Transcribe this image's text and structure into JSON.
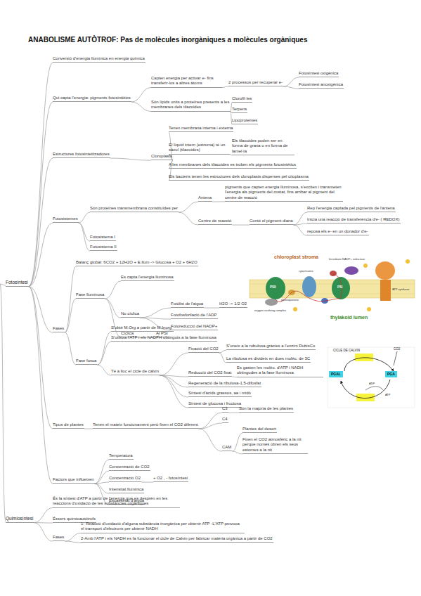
{
  "diagram": {
    "title": "ANABOLISME AUTÒTROF: Pas de molècules inorgàniques a molècules orgàniques",
    "nodes": [
      {
        "text": [
          "Fotosíntesi"
        ]
      },
      {
        "text": [
          "Conversió d'energia lluminica en energia química"
        ]
      },
      {
        "text": [
          "Qui capta l'energia: pigments fotosintètics"
        ]
      },
      {
        "text": [
          "Capten energia per activar e- fins transferir-los a altres àtoms"
        ]
      },
      {
        "text": [
          "2 processos per recuperar e-"
        ]
      },
      {
        "text": [
          "Fotosíntesi oxigènica"
        ]
      },
      {
        "text": [
          "Fotosíntesi anoxigènica"
        ]
      },
      {
        "text": [
          "Són lípids units a proteïnes presents a les membranes dels tilacoides"
        ]
      },
      {
        "text": [
          "Clorofil·les"
        ]
      },
      {
        "text": [
          "Terpens"
        ]
      },
      {
        "text": [
          "Lipoproteïnes"
        ]
      },
      {
        "text": [
          "Estructures fotosintetitzadores"
        ]
      },
      {
        "text": [
          "Cloroplasts"
        ]
      },
      {
        "text": [
          "Tenen membrana interna i externa"
        ]
      },
      {
        "text": [
          "El líquid intern (estroma) té un sàcul (tilacoides)"
        ]
      },
      {
        "text": [
          "Els tilacoides poden ser en forma de grana o en forma de lamel·la"
        ]
      },
      {
        "text": [
          "A les membranes dels tilacoides es troben els pigments fotosintètics"
        ]
      },
      {
        "text": [
          "Els bacteris tenen les estructures dels cloroplasts disperses pel citoplasma"
        ]
      },
      {
        "text": [
          "Fotosistemes"
        ]
      },
      {
        "text": [
          "Són proteïnes transmembrana constituïdes per"
        ]
      },
      {
        "text": [
          "Antena"
        ]
      },
      {
        "text": [
          "pigments que capten energia lluminosa, s'exciten i transmeten l'energia als pigments del costat, fins arribar al pigment del centre de reacció"
        ]
      },
      {
        "text": [
          "Centre de reacció"
        ]
      },
      {
        "text": [
          "Conté el pigment diana"
        ]
      },
      {
        "text": [
          "Rep l'energia captada pel pigments de l'antena"
        ]
      },
      {
        "text": [
          "Inicia una reacció de transferència d'e- ( REDOX)"
        ]
      },
      {
        "text": [
          "reposa els e- en un donador d'e-"
        ]
      },
      {
        "text": [
          "Fotosistema I"
        ]
      },
      {
        "text": [
          "Fotosistema II"
        ]
      },
      {
        "text": [
          "Fases"
        ]
      },
      {
        "text": [
          "Balanç global: 6CO2 + 12H2O + E.llum -> Glucosa + O2 + 6H2O"
        ]
      },
      {
        "text": [
          "Fase lluminosa"
        ]
      },
      {
        "text": [
          "Es capta l'energia lluminosa"
        ]
      },
      {
        "text": [
          "No cíclica"
        ]
      },
      {
        "text": [
          "Fotòlisi de l'aigua"
        ]
      },
      {
        "text": [
          "H2O -> 1/2 O2"
        ]
      },
      {
        "text": [
          "Fotofosforilació de l'ADP"
        ]
      },
      {
        "text": [
          "Fotoreducció del NADP+"
        ]
      },
      {
        "text": [
          "Cíclica"
        ]
      },
      {
        "text": [
          "Al PSI"
        ]
      },
      {
        "text": [
          "Fase fosca"
        ]
      },
      {
        "text": [
          "S'obté M.Org a partir de M.Inorg."
        ]
      },
      {
        "text": [
          "S'utilitza l'ATP i els NADPH obtinguts a la fase lluminosa"
        ]
      },
      {
        "text": [
          "Té a lloc el cicle de calvin"
        ]
      },
      {
        "text": [
          "Fixació del CO2"
        ]
      },
      {
        "text": [
          "S'uneix a la rubulosa gràcies a l'enzim RubisCo"
        ]
      },
      {
        "text": [
          "La ribulosa es divideix en dues molèc. de 3C"
        ]
      },
      {
        "text": [
          "Reducció del CO2 fixat"
        ]
      },
      {
        "text": [
          "Es gasten les molèc. d'ATP i NADH obtingudes a la fase lluminosa"
        ]
      },
      {
        "text": [
          "Regeneració de la ribulosa-1,5-difosfat"
        ]
      },
      {
        "text": [
          "Síntesi d'àcids grassos, aa i midó"
        ]
      },
      {
        "text": [
          "Síntesi de glucosa i fructosa"
        ]
      },
      {
        "text": [
          "Tipus de plantes"
        ]
      },
      {
        "text": [
          "Tenen el mateix funcionament però fixen el CO2 diferent"
        ]
      },
      {
        "text": [
          "C3"
        ]
      },
      {
        "text": [
          "Són la majoria de les plantes"
        ]
      },
      {
        "text": [
          "C4"
        ]
      },
      {
        "text": [
          "CAM"
        ]
      },
      {
        "text": [
          "Plantes del desert"
        ]
      },
      {
        "text": [
          "Fixen el CO2 atmosfèric a la nit perque només obren els seus estomes a la nit"
        ]
      },
      {
        "text": [
          "Factors que influeixen"
        ]
      },
      {
        "text": [
          "Temperatura"
        ]
      },
      {
        "text": [
          "Concentració de CO2"
        ]
      },
      {
        "text": [
          "Concentració O2"
        ]
      },
      {
        "text": [
          "+ O2 , - fotosíntesi"
        ]
      },
      {
        "text": [
          "Intensitat lluminica"
        ]
      },
      {
        "text": [
          "Escassetat d'aigua"
        ]
      },
      {
        "text": [
          "Quimiosíntesi"
        ]
      },
      {
        "text": [
          "És la síntesi d'ATP a partir de l'energia que es desprèn en les reaccions d'oxidació de les substàncies orgàniques"
        ]
      },
      {
        "text": [
          "Éssers quimioautòtrofs"
        ]
      },
      {
        "text": [
          "Fases"
        ]
      },
      {
        "text": [
          "1- Reacció d'oxidació d'alguna substància inorgànica per obtenir ATP -L'ATP provoca el transport d'electrons per obtenir NADH"
        ]
      },
      {
        "text": [
          "2-Amb l'ATP i els NADH es fa funcionar el cicle de Calvin per fabricar matèria orgànica a partir de CO2"
        ]
      }
    ],
    "edges": [
      {
        "from": 0,
        "to": 1,
        "arrow": "none"
      },
      {
        "from": 0,
        "to": 2,
        "arrow": "none"
      },
      {
        "from": 0,
        "to": 11,
        "arrow": "none"
      },
      {
        "from": 0,
        "to": 18,
        "arrow": "none"
      },
      {
        "from": 0,
        "to": 29,
        "arrow": "none"
      },
      {
        "from": 0,
        "to": 52,
        "arrow": "none"
      },
      {
        "from": 0,
        "to": 60,
        "arrow": "none"
      },
      {
        "from": 2,
        "to": 3,
        "arrow": "none"
      },
      {
        "from": 2,
        "to": 7,
        "arrow": "none"
      },
      {
        "from": 3,
        "to": 4,
        "arrow": "none"
      },
      {
        "from": 4,
        "to": 5,
        "arrow": "none"
      },
      {
        "from": 4,
        "to": 6,
        "arrow": "none"
      },
      {
        "from": 7,
        "to": 8,
        "arrow": "none"
      },
      {
        "from": 7,
        "to": 9,
        "arrow": "none"
      },
      {
        "from": 7,
        "to": 10,
        "arrow": "none"
      },
      {
        "from": 11,
        "to": 12,
        "arrow": "none"
      },
      {
        "from": 12,
        "to": 13,
        "arrow": "none"
      },
      {
        "from": 12,
        "to": 14,
        "arrow": "none"
      },
      {
        "from": 12,
        "to": 16,
        "arrow": "none"
      },
      {
        "from": 12,
        "to": 17,
        "arrow": "none"
      },
      {
        "from": 14,
        "to": 15,
        "arrow": "none"
      },
      {
        "from": 18,
        "to": 19,
        "arrow": "none"
      },
      {
        "from": 18,
        "to": 27,
        "arrow": "none"
      },
      {
        "from": 18,
        "to": 28,
        "arrow": "none"
      },
      {
        "from": 19,
        "to": 20,
        "arrow": "none"
      },
      {
        "from": 19,
        "to": 22,
        "arrow": "none"
      },
      {
        "from": 20,
        "to": 21,
        "arrow": "none"
      },
      {
        "from": 22,
        "to": 23,
        "arrow": "none"
      },
      {
        "from": 23,
        "to": 24,
        "arrow": "none"
      },
      {
        "from": 23,
        "to": 25,
        "arrow": "none"
      },
      {
        "from": 23,
        "to": 26,
        "arrow": "none"
      },
      {
        "from": 29,
        "to": 30,
        "arrow": "none"
      },
      {
        "from": 29,
        "to": 31,
        "arrow": "none"
      },
      {
        "from": 29,
        "to": 40,
        "arrow": "none"
      },
      {
        "from": 31,
        "to": 32,
        "arrow": "none"
      },
      {
        "from": 31,
        "to": 33,
        "arrow": "none"
      },
      {
        "from": 31,
        "to": 38,
        "arrow": "none"
      },
      {
        "from": 33,
        "to": 34,
        "arrow": "none"
      },
      {
        "from": 33,
        "to": 36,
        "arrow": "none"
      },
      {
        "from": 33,
        "to": 37,
        "arrow": "none"
      },
      {
        "from": 34,
        "to": 35,
        "arrow": "none"
      },
      {
        "from": 38,
        "to": 39,
        "arrow": "none"
      },
      {
        "from": 40,
        "to": 41,
        "arrow": "none"
      },
      {
        "from": 40,
        "to": 42,
        "arrow": "none"
      },
      {
        "from": 40,
        "to": 43,
        "arrow": "none"
      },
      {
        "from": 43,
        "to": 44,
        "arrow": "none"
      },
      {
        "from": 43,
        "to": 47,
        "arrow": "none"
      },
      {
        "from": 43,
        "to": 49,
        "arrow": "none"
      },
      {
        "from": 43,
        "to": 50,
        "arrow": "none"
      },
      {
        "from": 43,
        "to": 51,
        "arrow": "none"
      },
      {
        "from": 44,
        "to": 45,
        "arrow": "none"
      },
      {
        "from": 44,
        "to": 46,
        "arrow": "none"
      },
      {
        "from": 47,
        "to": 48,
        "arrow": "none"
      },
      {
        "from": 52,
        "to": 53,
        "arrow": "none"
      },
      {
        "from": 53,
        "to": 54,
        "arrow": "none"
      },
      {
        "from": 53,
        "to": 56,
        "arrow": "none"
      },
      {
        "from": 53,
        "to": 57,
        "arrow": "none"
      },
      {
        "from": 54,
        "to": 55,
        "arrow": "none"
      },
      {
        "from": 57,
        "to": 58,
        "arrow": "none"
      },
      {
        "from": 57,
        "to": 59,
        "arrow": "none"
      },
      {
        "from": 60,
        "to": 61,
        "arrow": "none"
      },
      {
        "from": 60,
        "to": 62,
        "arrow": "none"
      },
      {
        "from": 60,
        "to": 63,
        "arrow": "none"
      },
      {
        "from": 60,
        "to": 65,
        "arrow": "none"
      },
      {
        "from": 60,
        "to": 66,
        "arrow": "none"
      },
      {
        "from": 63,
        "to": 64,
        "arrow": "none"
      },
      {
        "from": 67,
        "to": 68,
        "arrow": "none"
      },
      {
        "from": 67,
        "to": 69,
        "arrow": "none"
      },
      {
        "from": 67,
        "to": 70,
        "arrow": "none"
      },
      {
        "from": 70,
        "to": 71,
        "arrow": "none"
      },
      {
        "from": 70,
        "to": 72,
        "arrow": "none"
      }
    ],
    "labels": [
      "chloroplast stroma",
      "ferredoxin-NADP+ reductase",
      "cytochrome",
      "plastoquinone",
      "oxygen-evolving complex",
      "PSII",
      "PSI",
      "ATP synthase",
      "thylakoid lumen",
      "CICLE DE CALVIN",
      "CO2",
      "PGAL",
      "PGA",
      "ATP",
      "ADP"
    ]
  }
}
